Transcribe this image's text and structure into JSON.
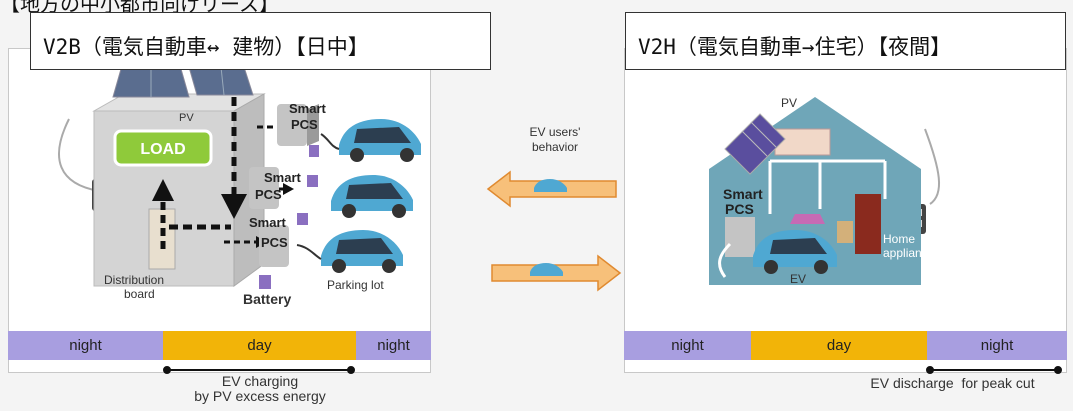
{
  "top_cut_text": "【地方の中小都市向けリース】",
  "left": {
    "title": "V2B（電気自動車↔ 建物）【日中】",
    "labels": {
      "pv": "PV",
      "load": "LOAD",
      "smart_pcs_1a": "Smart",
      "smart_pcs_1b": "PCS",
      "smart_pcs_2a": "Smart",
      "smart_pcs_2b": "PCS",
      "smart_pcs_3a": "Smart",
      "smart_pcs_3b": "PCS",
      "distribution_1": "Distribution",
      "distribution_2": "board",
      "battery": "Battery",
      "parking_lot": "Parking lot"
    },
    "bar": [
      "night",
      "day",
      "night"
    ],
    "caption_line1": "EV charging",
    "caption_line2": "by PV excess energy"
  },
  "middle": {
    "ev_users_1": "EV users'",
    "ev_users_2": "behavior"
  },
  "right": {
    "title": "V2H（電気自動車→住宅）【夜間】",
    "labels": {
      "pv": "PV",
      "smart_pcs_a": "Smart",
      "smart_pcs_b": "PCS",
      "home_1": "Home",
      "home_2": "appliances",
      "ev": "EV"
    },
    "bar": [
      "night",
      "day",
      "night"
    ],
    "caption": "EV discharge  for peak cut"
  },
  "colors": {
    "night": "#a89ee0",
    "day": "#f2b408",
    "car": "#4fa8d2",
    "load_green": "#8fca3a",
    "arrow_orange": "#f0a040"
  }
}
